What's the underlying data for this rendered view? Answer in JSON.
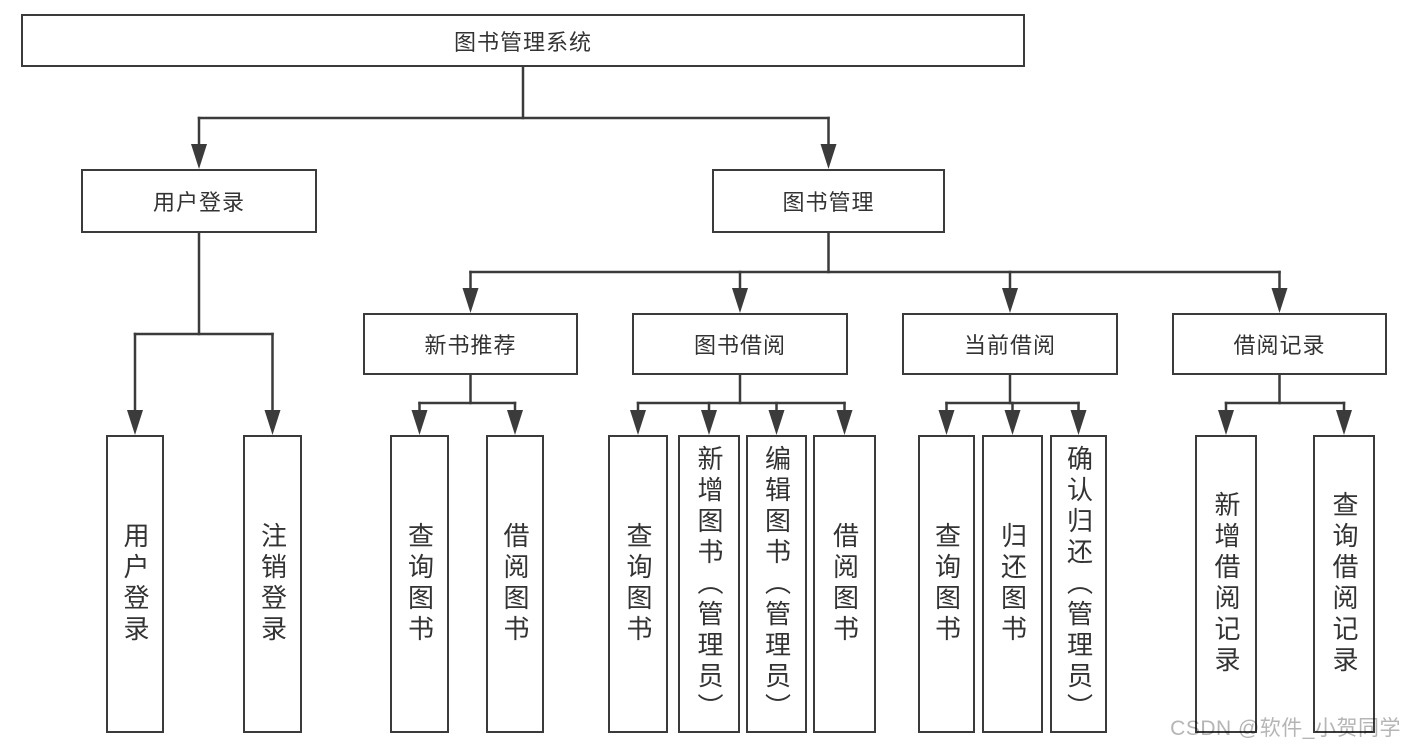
{
  "diagram": {
    "type": "tree",
    "title": "图书管理系统",
    "colors": {
      "line": "#3b3b3b",
      "text": "#333333",
      "background": "#ffffff",
      "watermark": "#b5b5b5"
    },
    "nodes": {
      "root": "图书管理系统",
      "user_login": "用户登录",
      "book_management": "图书管理",
      "new_book_recommend": "新书推荐",
      "book_borrow": "图书借阅",
      "current_borrow": "当前借阅",
      "borrow_record": "借阅记录",
      "leaf_user_login": "用户登录",
      "leaf_logout": "注销登录",
      "nb_query_book": "查询图书",
      "nb_borrow_book": "借阅图书",
      "bb_query_book": "查询图书",
      "bb_add_book": "新增图书（管理员）",
      "bb_edit_book": "编辑图书（管理员）",
      "bb_borrow_book": "借阅图书",
      "cb_query_book": "查询图书",
      "cb_return_book": "归还图书",
      "cb_confirm_return": "确认归还（管理员）",
      "br_add_record": "新增借阅记录",
      "br_query_record": "查询借阅记录"
    },
    "hierarchy": {
      "图书管理系统": {
        "用户登录": [
          "用户登录",
          "注销登录"
        ],
        "图书管理": {
          "新书推荐": [
            "查询图书",
            "借阅图书"
          ],
          "图书借阅": [
            "查询图书",
            "新增图书（管理员）",
            "编辑图书（管理员）",
            "借阅图书"
          ],
          "当前借阅": [
            "查询图书",
            "归还图书",
            "确认归还（管理员）"
          ],
          "借阅记录": [
            "新增借阅记录",
            "查询借阅记录"
          ]
        }
      }
    },
    "watermark": "CSDN @软件_小贺同学"
  }
}
